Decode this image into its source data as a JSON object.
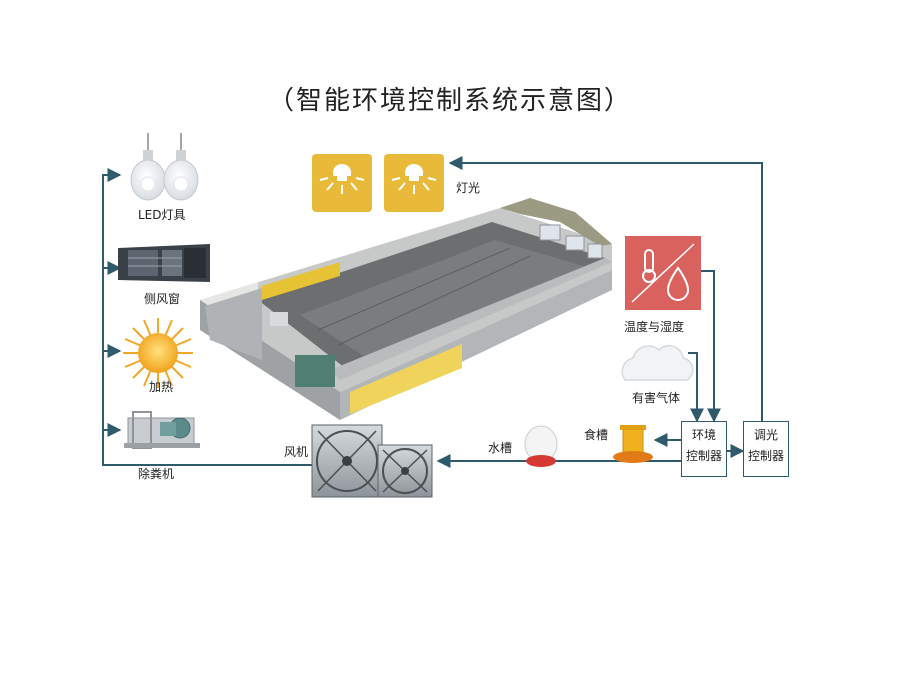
{
  "title": "（智能环境控制系统示意图）",
  "devices": {
    "led_lamp": "LED灯具",
    "side_window": "侧风窗",
    "heating": "加热",
    "manure_remover": "除粪机",
    "fan": "风机"
  },
  "light_label": "灯光",
  "sensors": {
    "temp_humidity": "温度与湿度",
    "harmful_gas": "有害气体"
  },
  "feeding": {
    "water_trough": "水槽",
    "feed_trough": "食槽"
  },
  "controllers": {
    "env_line1": "环境",
    "env_line2": "控制器",
    "light_line1": "调光",
    "light_line2": "控制器"
  },
  "colors": {
    "line": "#2e5a6c",
    "light_icon_bg": "#e9b93a",
    "sensor_bg": "#d9625f"
  }
}
